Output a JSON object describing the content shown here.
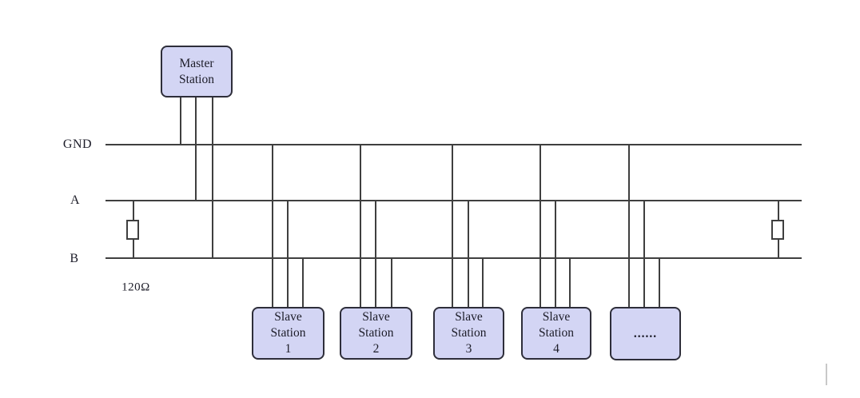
{
  "diagram": {
    "type": "rs485-bus-topology",
    "master": {
      "line1": "Master",
      "line2": "Station"
    },
    "bus_labels": {
      "gnd": "GND",
      "a": "A",
      "b": "B"
    },
    "resistor_label": "120Ω",
    "slaves": [
      {
        "line1": "Slave",
        "line2": "Station",
        "line3": "1"
      },
      {
        "line1": "Slave",
        "line2": "Station",
        "line3": "2"
      },
      {
        "line1": "Slave",
        "line2": "Station",
        "line3": "3"
      },
      {
        "line1": "Slave",
        "line2": "Station",
        "line3": "4"
      }
    ],
    "ellipsis_box_label": "......",
    "colors": {
      "background": "#ffffff",
      "box_fill": "#d3d5f4",
      "box_border": "#2e2e3a",
      "line": "#3f3f3f",
      "text": "#1c1c28",
      "artifact": "#c8c8c8"
    }
  }
}
